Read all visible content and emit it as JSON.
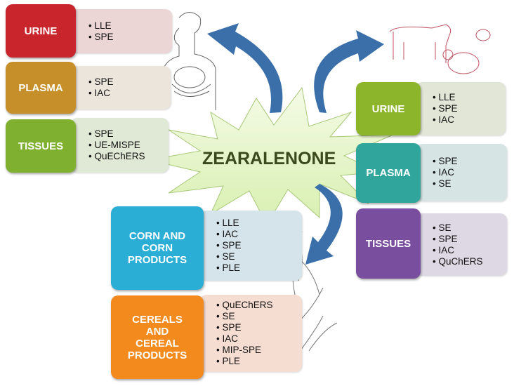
{
  "center": {
    "title": "ZEARALENONE"
  },
  "human": {
    "groups": [
      {
        "label": "URINE",
        "color": "#c8262c",
        "panel": "#ebd5d5",
        "methods": [
          "LLE",
          "SPE"
        ]
      },
      {
        "label": "PLASMA",
        "color": "#c78f2a",
        "panel": "#ebe5dc",
        "methods": [
          "SPE",
          "IAC"
        ]
      },
      {
        "label": "TISSUES",
        "color": "#7fb030",
        "panel": "#e0e8d6",
        "methods": [
          "SPE",
          "UE-MISPE",
          "QuEChERS"
        ]
      }
    ]
  },
  "animal": {
    "groups": [
      {
        "label": "URINE",
        "color": "#8cb52c",
        "panel": "#e1e6d7",
        "methods": [
          "LLE",
          "SPE",
          "IAC"
        ]
      },
      {
        "label": "PLASMA",
        "color": "#2fa59b",
        "panel": "#d6e4e4",
        "methods": [
          "SPE",
          "IAC",
          "SE"
        ]
      },
      {
        "label": "TISSUES",
        "color": "#7a4e9e",
        "panel": "#ddd8e4",
        "methods": [
          "SE",
          "SPE",
          "IAC",
          "QuChERS"
        ]
      }
    ]
  },
  "food": {
    "groups": [
      {
        "label": "CORN AND CORN PRODUCTS",
        "color": "#2aaed6",
        "panel": "#d5e3ea",
        "methods": [
          "LLE",
          "IAC",
          "SPE",
          "SE",
          "PLE"
        ]
      },
      {
        "label": "CEREALS AND CEREAL PRODUCTS",
        "color": "#f28a1e",
        "panel": "#f6ddd2",
        "methods": [
          "QuEChERS",
          "SE",
          "SPE",
          "IAC",
          "MIP-SPE",
          "PLE"
        ]
      }
    ]
  },
  "colors": {
    "arrow": "#3a6faa",
    "starburst": "#e6f5c8"
  }
}
